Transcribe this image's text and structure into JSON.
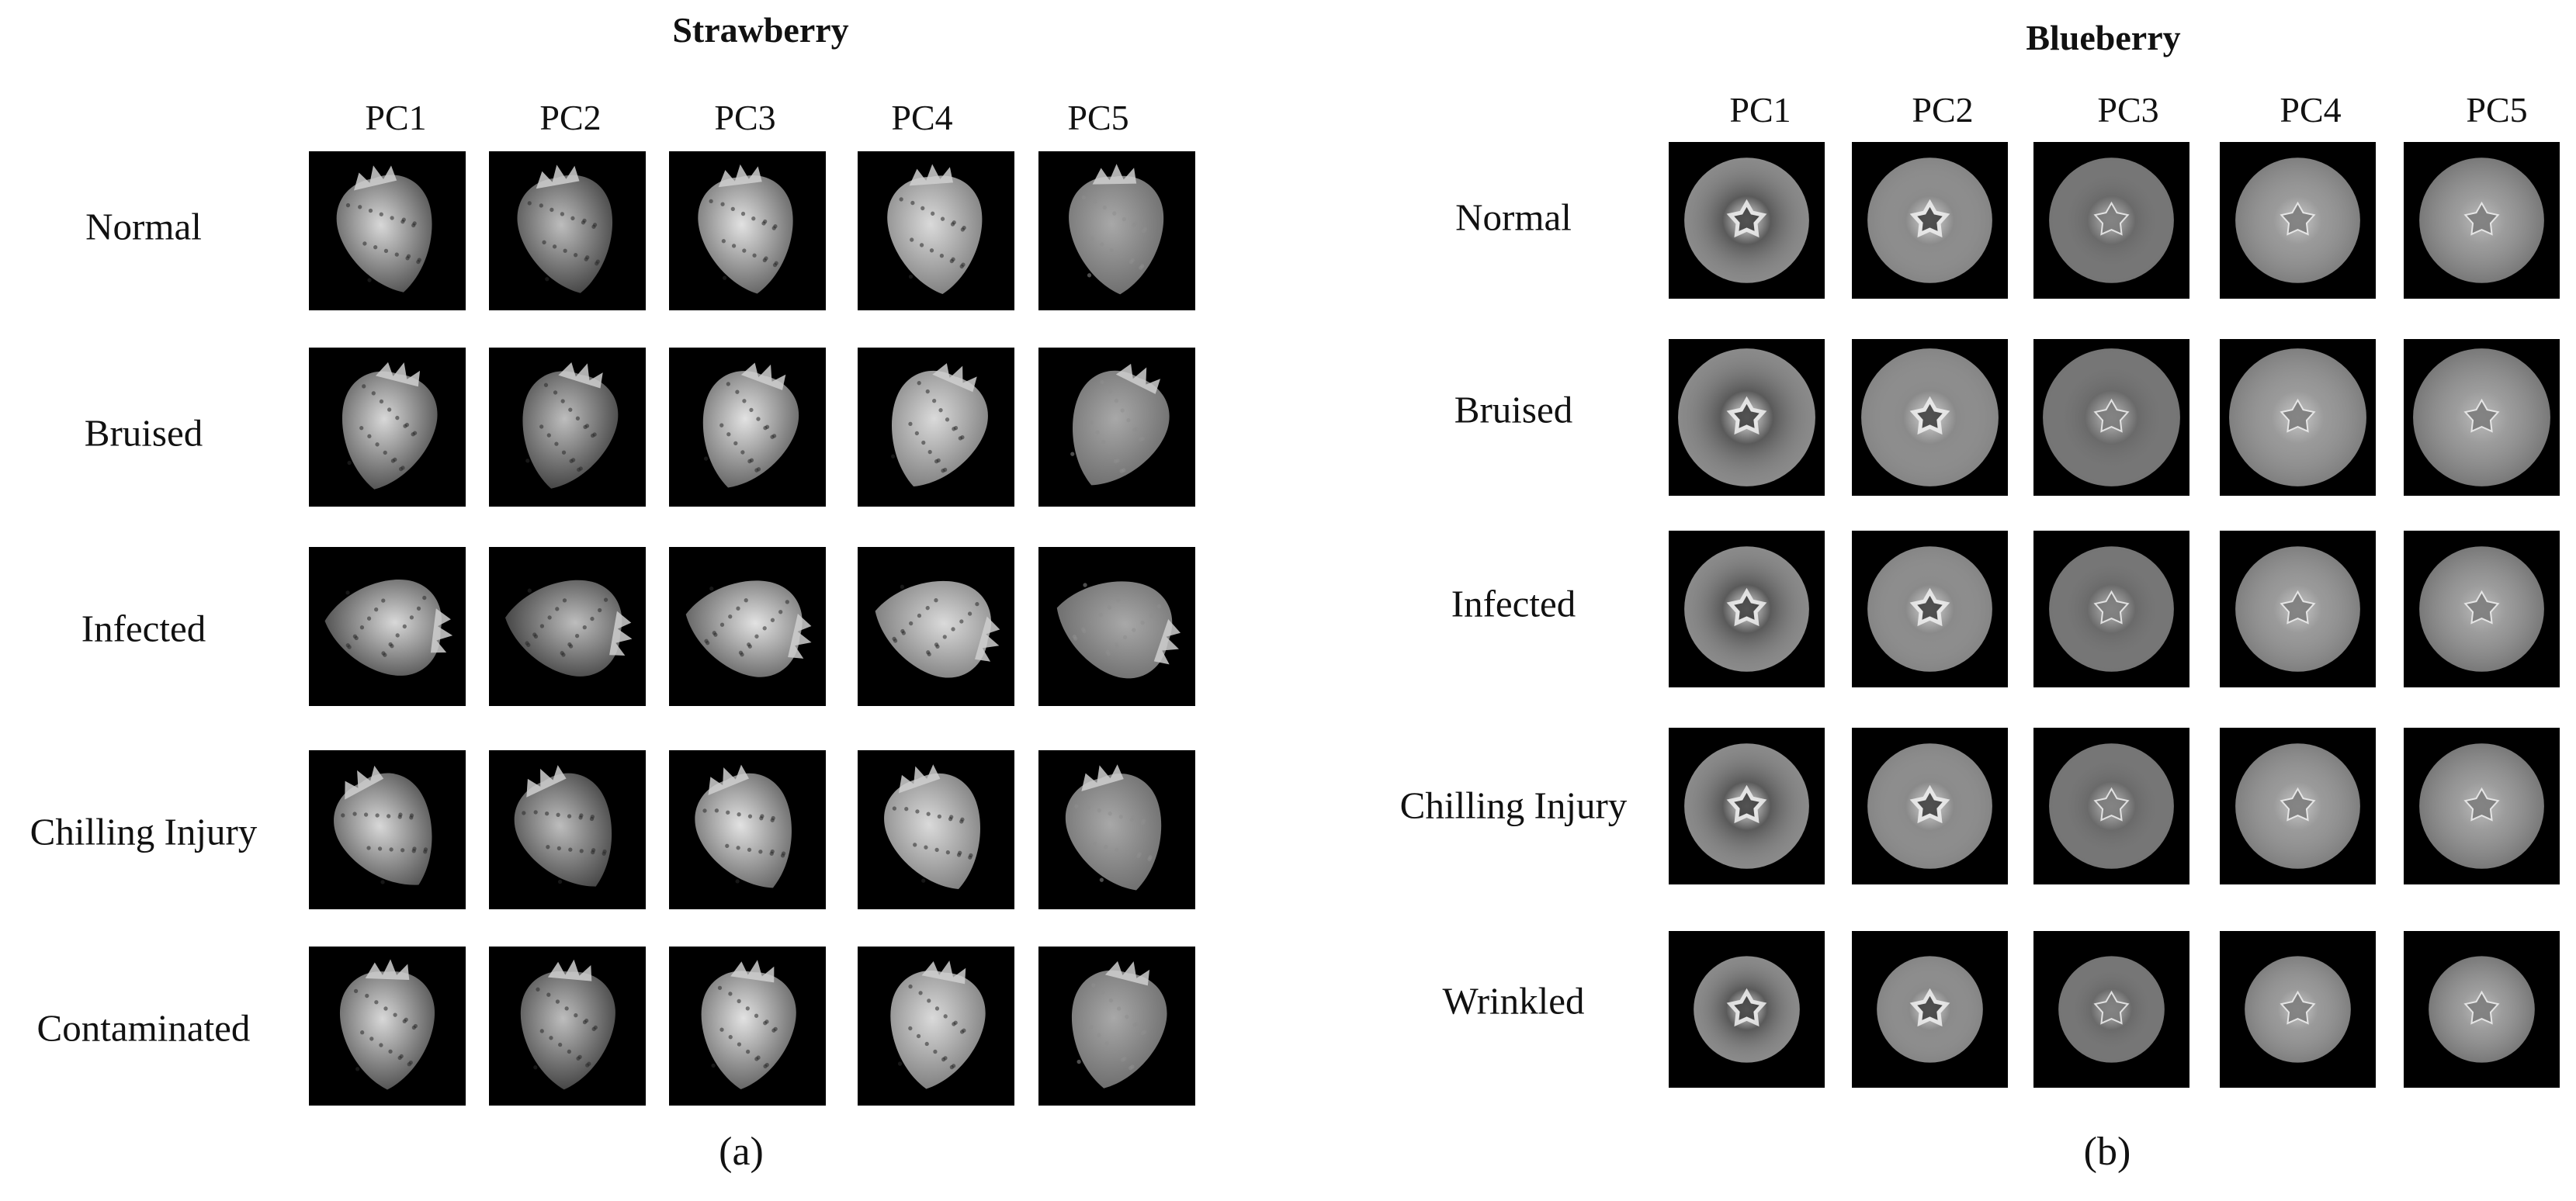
{
  "panel_a": {
    "title": "Strawberry",
    "caption": "(a)",
    "columns": [
      "PC1",
      "PC2",
      "PC3",
      "PC4",
      "PC5"
    ],
    "rows": [
      "Normal",
      "Bruised",
      "Infected",
      "Chilling Injury",
      "Contaminated"
    ]
  },
  "panel_b": {
    "title": "Blueberry",
    "caption": "(b)",
    "columns": [
      "PC1",
      "PC2",
      "PC3",
      "PC4",
      "PC5"
    ],
    "rows": [
      "Normal",
      "Bruised",
      "Infected",
      "Chilling Injury",
      "Wrinkled"
    ]
  }
}
